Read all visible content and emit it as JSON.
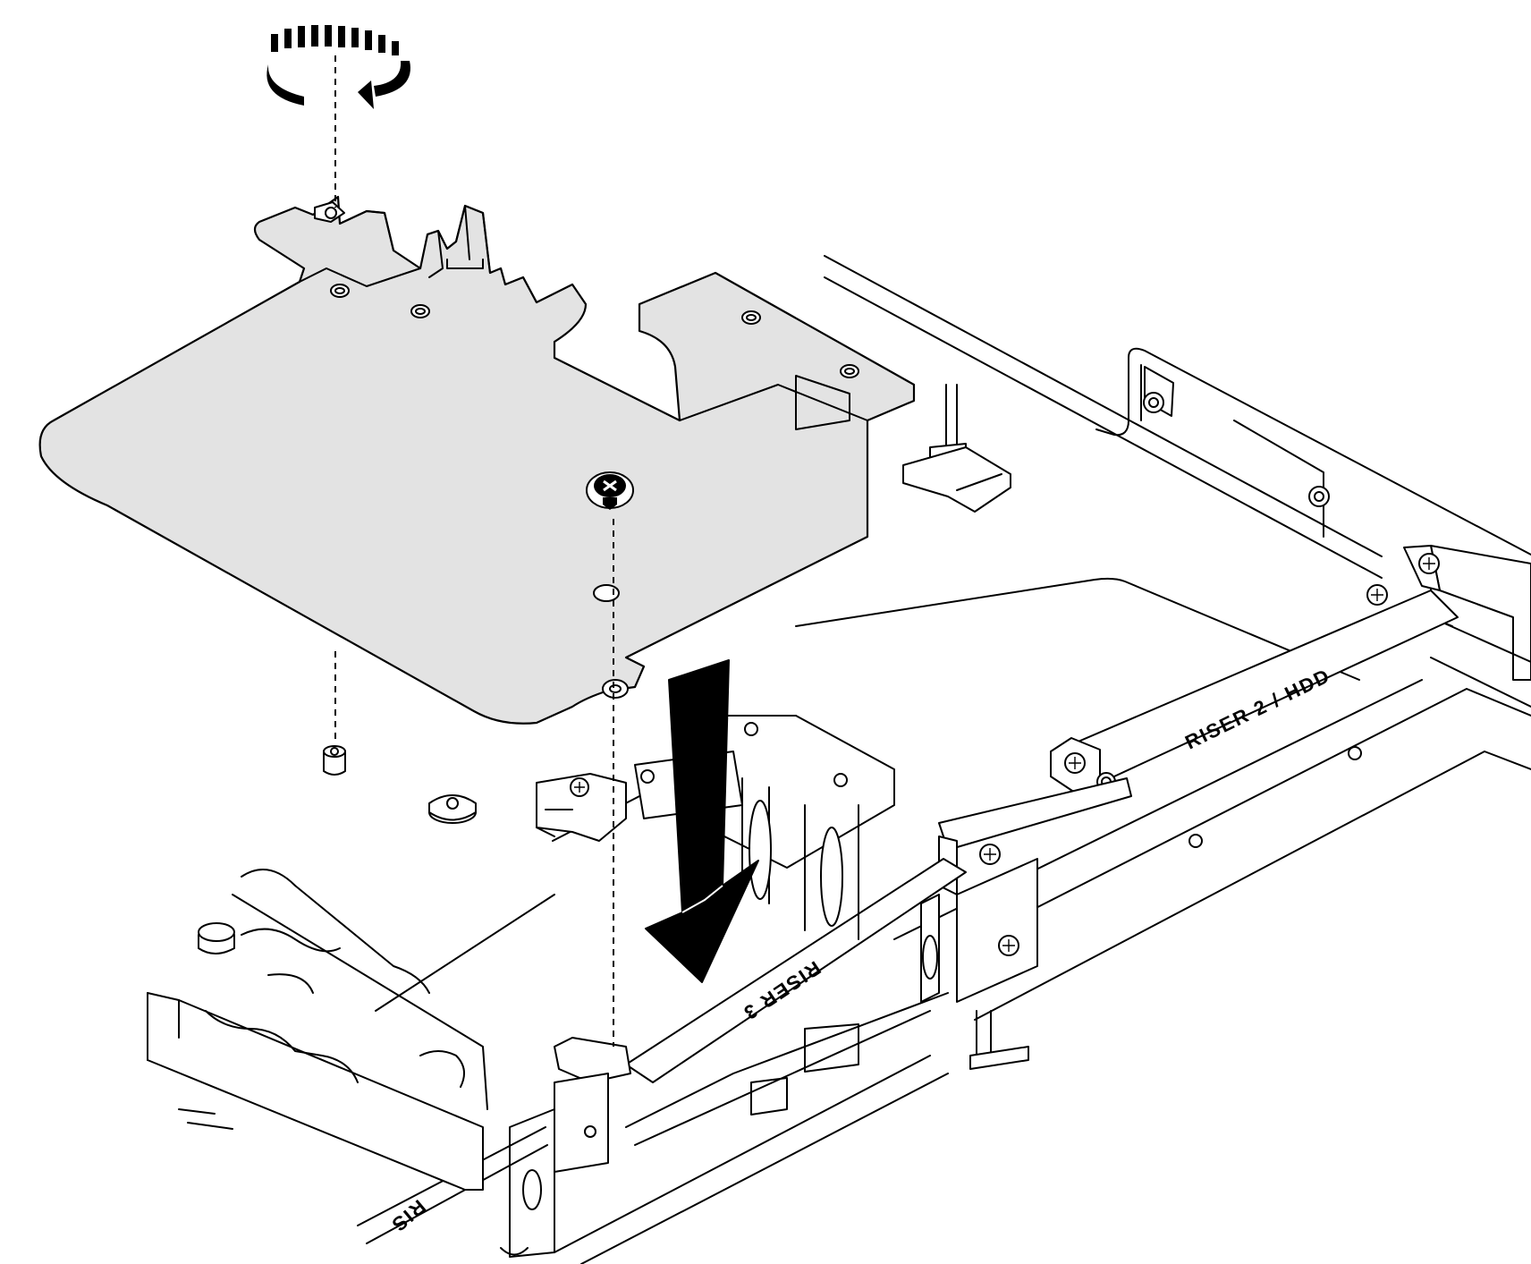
{
  "labels": {
    "riser2": "RISER 2 / HDD",
    "riser3": "RISER 3",
    "riser1_partial": "RIS"
  },
  "colors": {
    "part_fill": "#e3e3e3",
    "line": "#000000",
    "background": "#ffffff"
  },
  "icons": {
    "rotate": "rotate-clockwise-icon",
    "install": "down-arrow-icon",
    "screw": "screw-icon"
  }
}
